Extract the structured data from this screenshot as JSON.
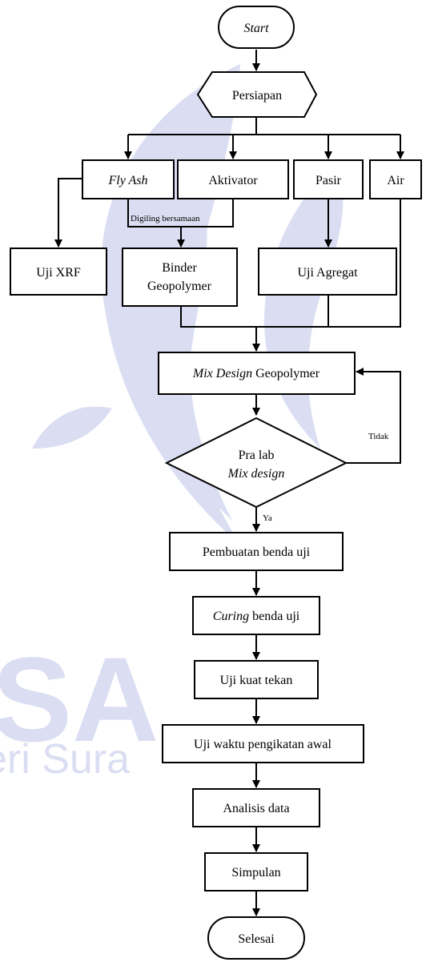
{
  "diagram": {
    "nodes": {
      "start": "Start",
      "persiapan": "Persiapan",
      "fly_ash": "Fly Ash",
      "aktivator": "Aktivator",
      "pasir": "Pasir",
      "air": "Air",
      "uji_xrf": "Uji XRF",
      "binder_line1": "Binder",
      "binder_line2": "Geopolymer",
      "uji_agregat": "Uji Agregat",
      "mix_design_italic": "Mix Design",
      "mix_design_rest": " Geopolymer",
      "pra_lab_line1": "Pra lab",
      "pra_lab_line2": "Mix design",
      "pembuatan": "Pembuatan benda uji",
      "curing_italic": "Curing",
      "curing_rest": " benda uji",
      "uji_kuat": "Uji kuat tekan",
      "uji_waktu": "Uji waktu pengikatan awal",
      "analisis": "Analisis data",
      "simpulan": "Simpulan",
      "selesai": "Selesai"
    },
    "edge_labels": {
      "digiling": "Digiling bersamaan",
      "tidak": "Tidak",
      "ya": "Ya"
    }
  },
  "watermark": {
    "text_line1": "SA",
    "text_line2": "eri Sura"
  }
}
